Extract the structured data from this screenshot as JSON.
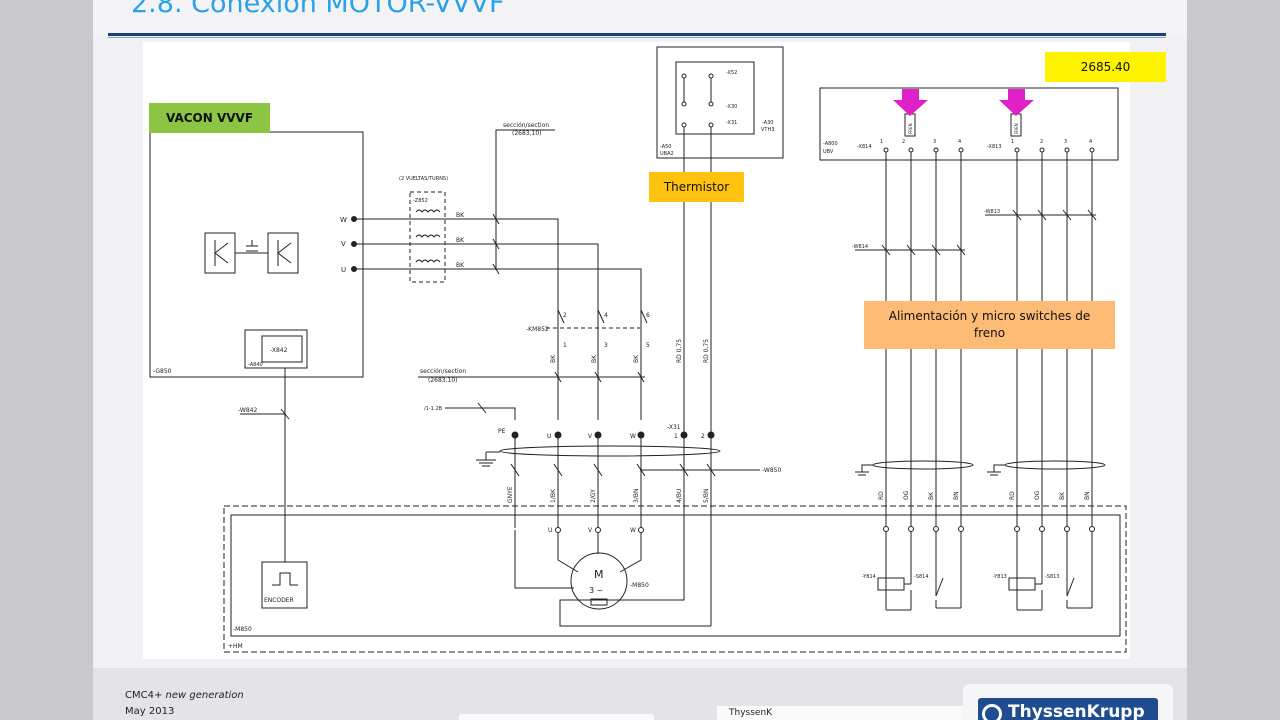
{
  "slide": {
    "title": "2.8. Conexión MOTOR-VVVF",
    "footer": {
      "product": "CMC4+",
      "product_suffix": "new generation",
      "date": "May 2013",
      "center_text": "ThyssenK",
      "logo_text": "ThyssenKrupp"
    }
  },
  "callouts": {
    "vacon": "VACON VVVF",
    "code": "2685.40",
    "thermistor": "Thermistor",
    "brake": "Alimentación y micro switches de freno"
  },
  "diagram": {
    "colors": {
      "line": "#222222",
      "arrow": "#e020c8"
    },
    "drive_ref": "-G850",
    "drive_sub": "-A840",
    "drive_connector": "-X842",
    "phase_w": "W",
    "phase_v": "V",
    "phase_u": "U",
    "filter_label": "(2 VUELTAS/TURNS)",
    "filter_ref": "-Z852",
    "wire_bk": "BK",
    "section_label": "sección/section",
    "section_ref": "(2683,10)",
    "section_label2": "sección/section",
    "section_ref2": "(2683,10)",
    "contactor": "-KM852",
    "contactor_pins_top": [
      "2",
      "4",
      "6"
    ],
    "contactor_pins_bottom": [
      "1",
      "3",
      "5"
    ],
    "rd_075": "RD 0,75",
    "rd_075b": "RD 0,75",
    "pe_ref": "/1-1.2B",
    "pe": "PE",
    "x31": "-X31",
    "term_u": "U",
    "term_v": "V",
    "term_w": "W",
    "term_1": "1",
    "term_2": "2",
    "cable_w850": "-W850",
    "cable_w842": "-W842",
    "cable_w814": "-W814",
    "cable_w813": "-W813",
    "motor_cores": [
      "GNYE",
      "1/BK",
      "2/GY",
      "3/BN",
      "4/BU",
      "5/BN"
    ],
    "motor_u": "U",
    "motor_v": "V",
    "motor_w": "W",
    "motor_symbol": "M",
    "motor_phase": "3 ~",
    "motor_ref": "-M850",
    "encoder": "ENCODER",
    "hm_ref": "-M850",
    "hm": "+HM",
    "a50": "-A50",
    "uba2": "UBA2",
    "x52": "-X52",
    "x30": "-X30",
    "x31b": "-X31",
    "a30": "-A30",
    "vth3": "VTH3",
    "a800": "-A800",
    "ubv": "UBV",
    "x814": "-X814",
    "x813": "-X813",
    "x814_pins": [
      "1",
      "2",
      "3",
      "4"
    ],
    "x813_pins": [
      "1",
      "2",
      "3",
      "4"
    ],
    "free_label": "FREN",
    "free_label2": "FREN",
    "brake_cores_814": [
      "RD",
      "OG",
      "BK",
      "BN"
    ],
    "brake_cores_813": [
      "RD",
      "OG",
      "BK",
      "BN"
    ],
    "y814": "-Y814",
    "s814": "-S814",
    "y813": "-Y813",
    "s813": "-S813"
  }
}
